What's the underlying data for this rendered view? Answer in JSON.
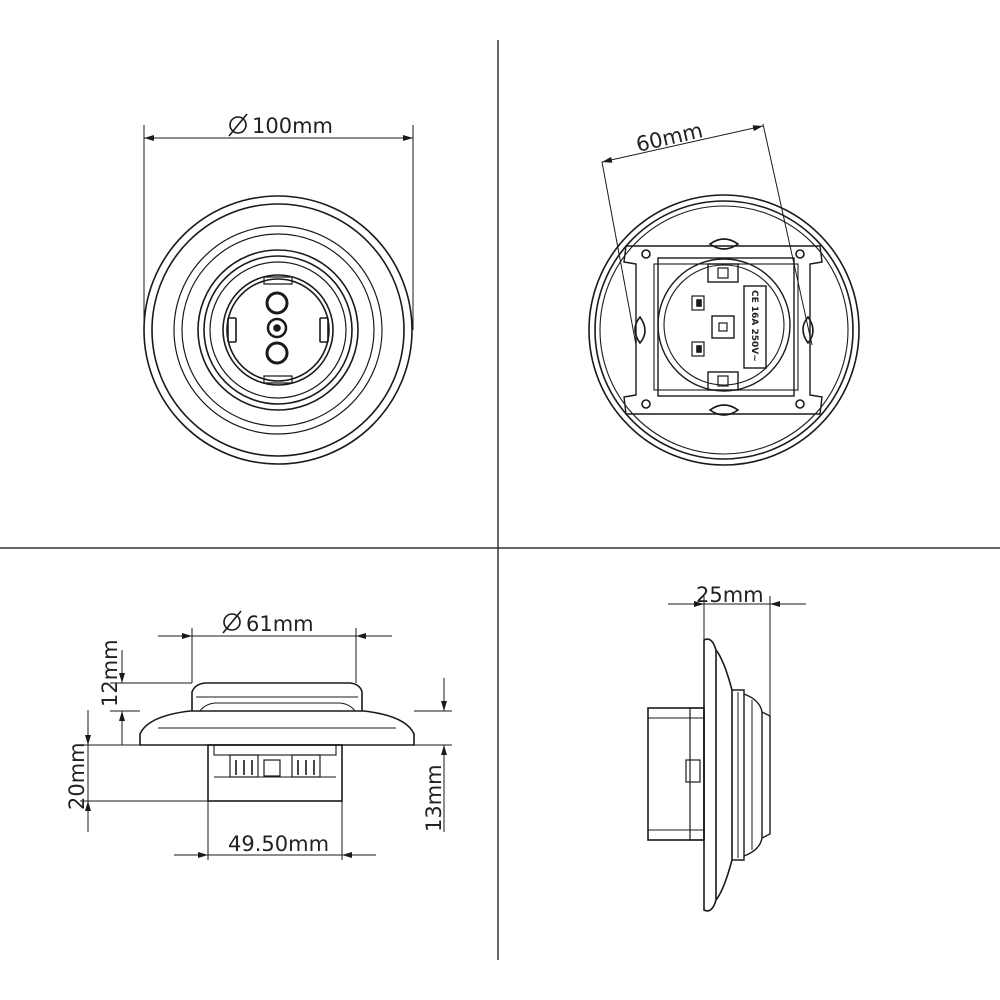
{
  "drawing": {
    "front": {
      "diameter": "100mm"
    },
    "back": {
      "width": "60mm",
      "marking": "CE 16A 250V~"
    },
    "side": {
      "top_diameter": "61mm",
      "height_cap": "12mm",
      "height_total": "20mm",
      "height_body": "13mm",
      "width_body": "49.50mm"
    },
    "profile": {
      "depth": "25mm"
    },
    "line_color": "#1a1a1a",
    "symbols": {
      "diameter": "diameter-symbol"
    }
  }
}
